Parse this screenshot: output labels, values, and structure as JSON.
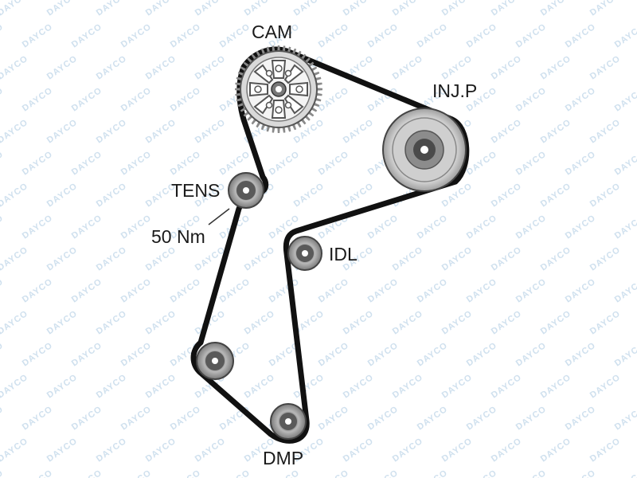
{
  "watermark": {
    "text": "DAYCO",
    "color": "#cfe0ee"
  },
  "labels": {
    "cam": "CAM",
    "injection_pump": "INJ.P",
    "tensioner": "TENS",
    "torque": "50 Nm",
    "idler": "IDL",
    "damper": "DMP"
  },
  "colors": {
    "belt": "#111111",
    "pulley_outer": "#d4d4d4",
    "pulley_mid": "#9a9a9a",
    "pulley_dark": "#3a3a3a",
    "gear_teeth": "#8a8a8a"
  }
}
